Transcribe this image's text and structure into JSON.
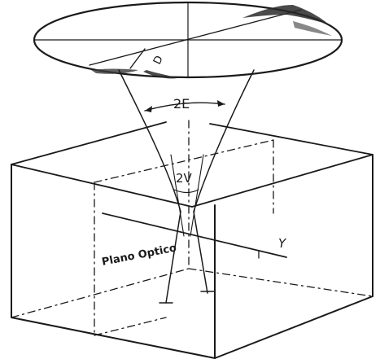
{
  "diagram": {
    "labels": {
      "angle_2e": "2E",
      "angle_2v": "2V",
      "axis_y": "Y",
      "plane": "Plano Optico",
      "cut_d": "D"
    }
  }
}
